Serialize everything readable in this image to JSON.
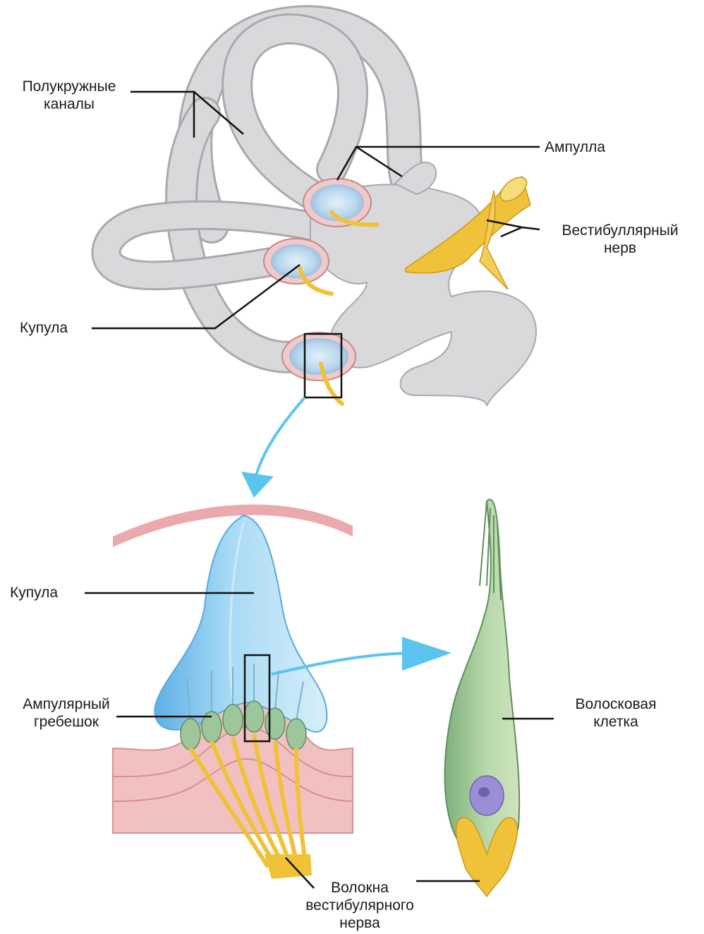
{
  "labels": {
    "semicircular_canals": {
      "line1": "Полукружные",
      "line2": "каналы"
    },
    "ampulla": "Ампулла",
    "vestibular_nerve": {
      "line1": "Вестибуллярный",
      "line2": "нерв"
    },
    "cupula_top": "Купула",
    "cupula_bottom": "Купула",
    "ampullary_crest": {
      "line1": "Ампулярный",
      "line2": "гребешок"
    },
    "hair_cell": {
      "line1": "Волосковая",
      "line2": "клетка"
    },
    "nerve_fibers": {
      "line1": "Волокна",
      "line2": "вестибулярного",
      "line3": "нерва"
    }
  },
  "colors": {
    "canal": "#d9d9dc",
    "canal_edge": "#a9a9ae",
    "nerve": "#f0c23a",
    "cupula": "#8ec9ee",
    "crest": "#efb7b7",
    "hair_cell": "#9dc69a",
    "nucleus": "#9a8fd6",
    "arrow": "#5bc4ee",
    "leader": "#111111"
  }
}
